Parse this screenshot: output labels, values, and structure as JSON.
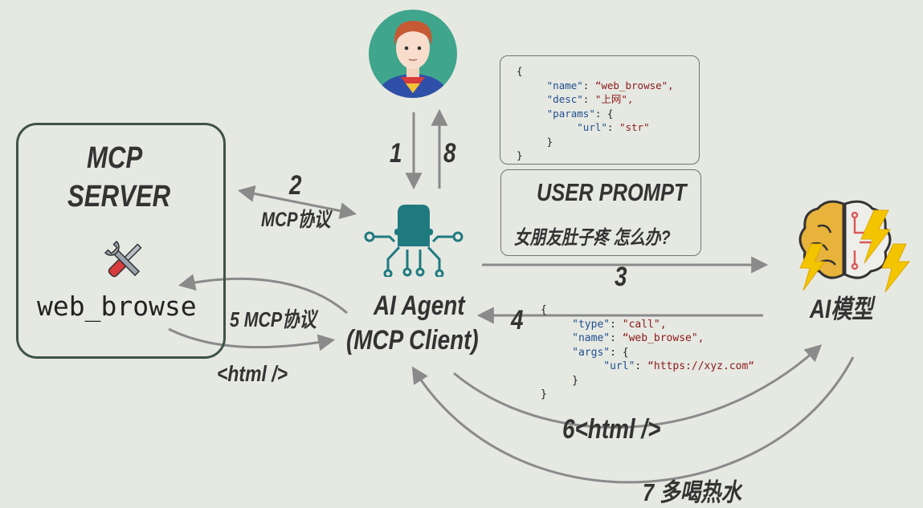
{
  "server": {
    "title_line1": "MCP",
    "title_line2": "SERVER",
    "tool_name": "web_browse"
  },
  "agent": {
    "label_line1": "AI Agent",
    "label_line2": "(MCP Client)"
  },
  "model": {
    "label": "AI模型"
  },
  "prompt": {
    "title": "USER PROMPT",
    "text": "女朋友肚子疼 怎么办?"
  },
  "tool_schema": {
    "line_open": "{",
    "name_key": "\"name\"",
    "name_val": "“web_browse\",",
    "desc_key": "\"desc\"",
    "desc_val": "\"上网\",",
    "params_key": "\"params\"",
    "params_open": ": {",
    "url_key": "\"url\"",
    "url_val": "\"str\"",
    "params_close": "}",
    "line_close": "}"
  },
  "call_json": {
    "line_open": "{",
    "type_key": "\"type\"",
    "type_val": "\"call\",",
    "name_key": "\"name\"",
    "name_val": "“web_browse\",",
    "args_key": "\"args\"",
    "args_open": ": {",
    "url_key": "\"url\"",
    "url_val": "“https://xyz.com“",
    "args_close": "}",
    "line_close": "}"
  },
  "steps": {
    "s1": "1",
    "s8": "8",
    "s2": "2",
    "s2_label": "MCP协议",
    "s3": "3",
    "s4": "4",
    "s5": "5 MCP协议",
    "html_return": "<html />",
    "s6": "6<html />",
    "s7": "7 多喝热水"
  }
}
